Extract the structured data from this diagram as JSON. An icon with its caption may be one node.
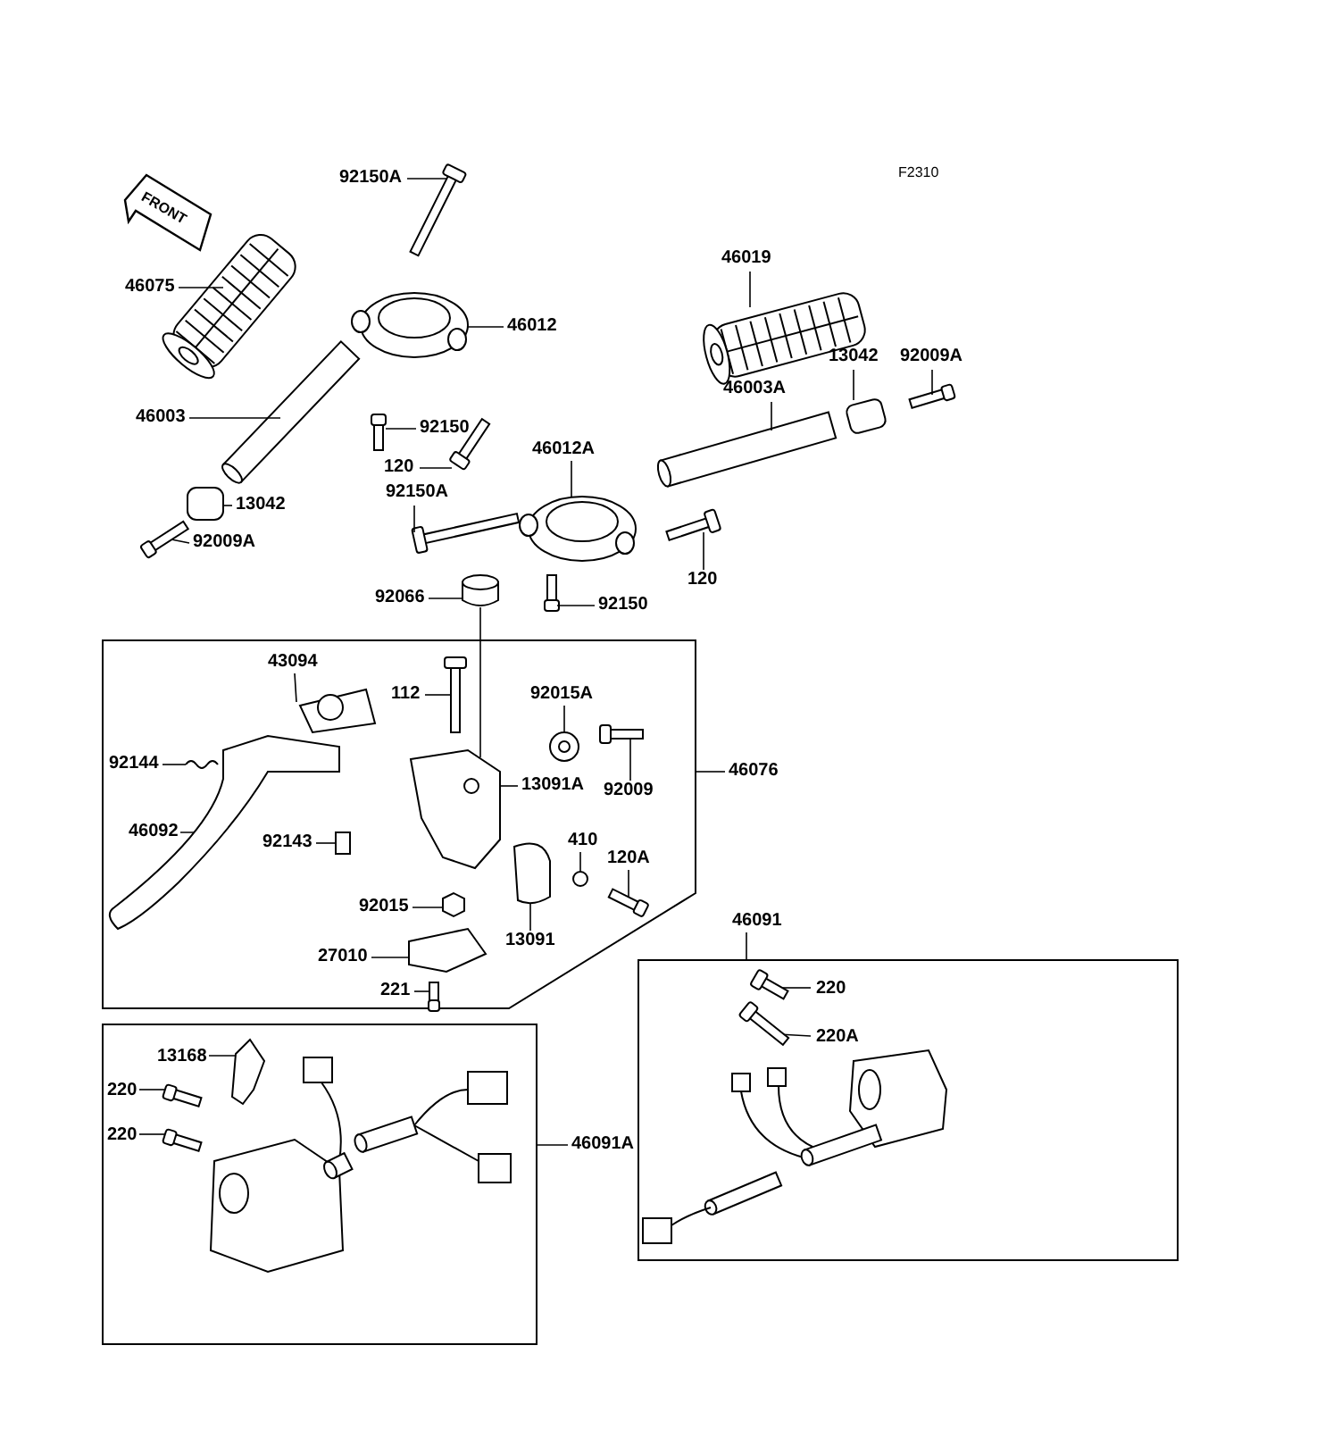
{
  "diagram": {
    "nodes": [
      {
        "text": [
          "92150A"
        ]
      },
      {
        "text": [
          "46075"
        ]
      },
      {
        "text": [
          "46012"
        ]
      },
      {
        "text": [
          "46019"
        ]
      },
      {
        "text": [
          "46003"
        ]
      },
      {
        "text": [
          "13042"
        ]
      },
      {
        "text": [
          "92009A"
        ]
      },
      {
        "text": [
          "46003A"
        ]
      },
      {
        "text": [
          "92150"
        ]
      },
      {
        "text": [
          "46012A"
        ]
      },
      {
        "text": [
          "120"
        ]
      },
      {
        "text": [
          "92150A"
        ]
      },
      {
        "text": [
          "13042"
        ]
      },
      {
        "text": [
          "92009A"
        ]
      },
      {
        "text": [
          "120"
        ]
      },
      {
        "text": [
          "92066"
        ]
      },
      {
        "text": [
          "92150"
        ]
      },
      {
        "text": [],
        "shape": "box"
      },
      {
        "text": [
          "43094"
        ],
        "in": 17
      },
      {
        "text": [
          "112"
        ],
        "in": 17
      },
      {
        "text": [
          "92015A"
        ],
        "in": 17
      },
      {
        "text": [
          "92144"
        ],
        "in": 17
      },
      {
        "text": [
          "46076"
        ]
      },
      {
        "text": [
          "13091A"
        ],
        "in": 17
      },
      {
        "text": [
          "92009"
        ],
        "in": 17
      },
      {
        "text": [
          "46092"
        ],
        "in": 17
      },
      {
        "text": [
          "92143"
        ],
        "in": 17
      },
      {
        "text": [
          "410"
        ],
        "in": 17
      },
      {
        "text": [
          "120A"
        ],
        "in": 17
      },
      {
        "text": [
          "92015"
        ],
        "in": 17
      },
      {
        "text": [
          "13091"
        ],
        "in": 17
      },
      {
        "text": [
          "27010"
        ],
        "in": 17
      },
      {
        "text": [
          "221"
        ],
        "in": 17
      },
      {
        "text": [
          "46091"
        ]
      },
      {
        "text": [],
        "shape": "box"
      },
      {
        "text": [
          "220"
        ],
        "in": 34
      },
      {
        "text": [
          "220A"
        ],
        "in": 34
      },
      {
        "text": [],
        "shape": "box"
      },
      {
        "text": [
          "13168"
        ],
        "in": 37
      },
      {
        "text": [
          "220"
        ],
        "in": 37
      },
      {
        "text": [
          "220"
        ],
        "in": 37
      },
      {
        "text": [
          "46091A"
        ]
      },
      {
        "text": [],
        "shape": "bar"
      },
      {
        "text": [],
        "shape": "picture"
      },
      {
        "text": [],
        "shape": "picture"
      },
      {
        "text": [],
        "shape": "picture"
      },
      {
        "text": [],
        "shape": "cylinder"
      },
      {
        "text": [],
        "shape": "cylinder"
      },
      {
        "text": [],
        "shape": "bar"
      },
      {
        "text": [],
        "shape": "cylinder"
      },
      {
        "text": [],
        "shape": "bar"
      },
      {
        "text": [],
        "shape": "picture"
      },
      {
        "text": [],
        "shape": "bar"
      },
      {
        "text": [],
        "shape": "bar"
      },
      {
        "text": [],
        "shape": "cylinder"
      },
      {
        "text": [],
        "shape": "bar"
      },
      {
        "text": [],
        "shape": "bar"
      },
      {
        "text": [],
        "shape": "cylinder"
      },
      {
        "text": [],
        "shape": "bar"
      },
      {
        "text": [],
        "shape": "picture",
        "in": 17
      },
      {
        "text": [],
        "shape": "bar",
        "in": 17
      },
      {
        "text": [],
        "shape": "circle",
        "in": 17
      },
      {
        "text": [],
        "shape": "picture",
        "in": 17
      },
      {
        "text": [],
        "shape": "picture",
        "in": 17
      },
      {
        "text": [],
        "shape": "bar",
        "in": 17
      },
      {
        "text": [],
        "shape": "picture",
        "in": 17
      },
      {
        "text": [],
        "shape": "box",
        "in": 17
      },
      {
        "text": [],
        "shape": "circle",
        "in": 17
      },
      {
        "text": [],
        "shape": "bar",
        "in": 17
      },
      {
        "text": [],
        "shape": "hexagon",
        "in": 17
      },
      {
        "text": [],
        "shape": "picture",
        "in": 17
      },
      {
        "text": [],
        "shape": "picture",
        "in": 17
      },
      {
        "text": [],
        "shape": "bar",
        "in": 17
      },
      {
        "text": [],
        "shape": "bar",
        "in": 34
      },
      {
        "text": [],
        "shape": "bar",
        "in": 34
      },
      {
        "text": [],
        "shape": "picture",
        "in": 37
      },
      {
        "text": [],
        "shape": "bar",
        "in": 37
      },
      {
        "text": [],
        "shape": "bar",
        "in": 37
      }
    ],
    "edges": [
      {
        "from": 0,
        "to": 42,
        "arrow": "none"
      },
      {
        "from": 1,
        "to": 43,
        "arrow": "none"
      },
      {
        "from": 2,
        "to": 44,
        "arrow": "none"
      },
      {
        "from": 3,
        "to": 45,
        "arrow": "none"
      },
      {
        "from": 4,
        "to": 46,
        "arrow": "none"
      },
      {
        "from": 5,
        "to": 47,
        "arrow": "none"
      },
      {
        "from": 6,
        "to": 48,
        "arrow": "none"
      },
      {
        "from": 7,
        "to": 49,
        "arrow": "none"
      },
      {
        "from": 8,
        "to": 50,
        "arrow": "none"
      },
      {
        "from": 9,
        "to": 51,
        "arrow": "none"
      },
      {
        "from": 10,
        "to": 52,
        "arrow": "none"
      },
      {
        "from": 11,
        "to": 53,
        "arrow": "none"
      },
      {
        "from": 12,
        "to": 54,
        "arrow": "none"
      },
      {
        "from": 13,
        "to": 55,
        "arrow": "none"
      },
      {
        "from": 14,
        "to": 56,
        "arrow": "none"
      },
      {
        "from": 15,
        "to": 57,
        "arrow": "none"
      },
      {
        "from": 16,
        "to": 58,
        "arrow": "none"
      },
      {
        "from": 18,
        "to": 59,
        "arrow": "none"
      },
      {
        "from": 19,
        "to": 60,
        "arrow": "none"
      },
      {
        "from": 20,
        "to": 61,
        "arrow": "none"
      },
      {
        "from": 21,
        "to": 62,
        "arrow": "none"
      },
      {
        "from": 22,
        "to": 17,
        "arrow": "none"
      },
      {
        "from": 23,
        "to": 63,
        "arrow": "none"
      },
      {
        "from": 24,
        "to": 64,
        "arrow": "none"
      },
      {
        "from": 25,
        "to": 65,
        "arrow": "none"
      },
      {
        "from": 26,
        "to": 66,
        "arrow": "none"
      },
      {
        "from": 27,
        "to": 67,
        "arrow": "none"
      },
      {
        "from": 28,
        "to": 68,
        "arrow": "none"
      },
      {
        "from": 29,
        "to": 69,
        "arrow": "none"
      },
      {
        "from": 30,
        "to": 70,
        "arrow": "none"
      },
      {
        "from": 31,
        "to": 71,
        "arrow": "none"
      },
      {
        "from": 32,
        "to": 72,
        "arrow": "none"
      },
      {
        "from": 33,
        "to": 34,
        "arrow": "none"
      },
      {
        "from": 35,
        "to": 73,
        "arrow": "none"
      },
      {
        "from": 36,
        "to": 74,
        "arrow": "none"
      },
      {
        "from": 38,
        "to": 75,
        "arrow": "none"
      },
      {
        "from": 39,
        "to": 76,
        "arrow": "none"
      },
      {
        "from": 40,
        "to": 77,
        "arrow": "none"
      },
      {
        "from": 41,
        "to": 37,
        "arrow": "none"
      },
      {
        "from": 57,
        "to": 63,
        "arrow": "none"
      }
    ],
    "labels": [
      "F2310",
      "FRONT"
    ]
  }
}
